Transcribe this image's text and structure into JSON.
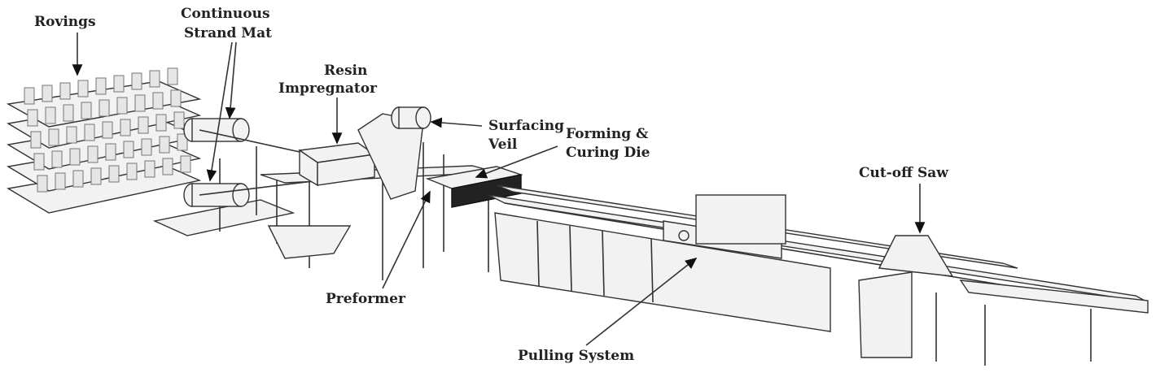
{
  "diagram": {
    "labels": {
      "rovings": "Rovings",
      "strand_mat_1": "Continuous",
      "strand_mat_2": "Strand Mat",
      "resin_1": "Resin",
      "resin_2": "Impregnator",
      "veil_1": "Surfacing",
      "veil_2": "Veil",
      "die_1": "Forming &",
      "die_2": "Curing Die",
      "saw": "Cut-off Saw",
      "preformer": "Preformer",
      "pulling": "Pulling System"
    }
  }
}
